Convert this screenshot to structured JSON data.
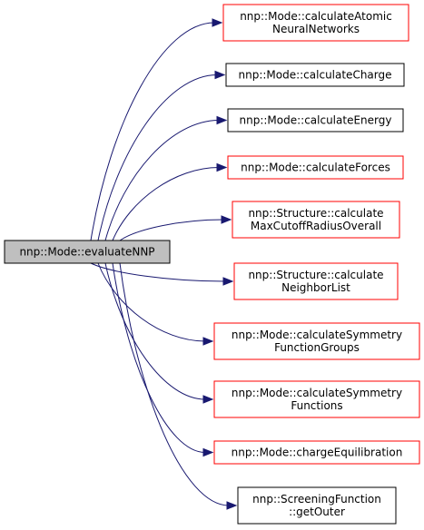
{
  "colors": {
    "edge": "#191970",
    "root_fill": "#bfbfbf",
    "root_border": "#000000",
    "linked_border": "#000000",
    "unlinked_border": "#ff0000",
    "node_fill": "#ffffff"
  },
  "root": {
    "id": "evaluateNNP",
    "lines": [
      "nnp::Mode::evaluateNNP"
    ]
  },
  "callees": [
    {
      "id": "calculateAtomicNeuralNetworks",
      "lines": [
        "nnp::Mode::calculateAtomic",
        "NeuralNetworks"
      ],
      "border": "red"
    },
    {
      "id": "calculateCharge",
      "lines": [
        "nnp::Mode::calculateCharge"
      ],
      "border": "black"
    },
    {
      "id": "calculateEnergy",
      "lines": [
        "nnp::Mode::calculateEnergy"
      ],
      "border": "black"
    },
    {
      "id": "calculateForces",
      "lines": [
        "nnp::Mode::calculateForces"
      ],
      "border": "red"
    },
    {
      "id": "calculateMaxCutoffRadiusOverall",
      "lines": [
        "nnp::Structure::calculate",
        "MaxCutoffRadiusOverall"
      ],
      "border": "red"
    },
    {
      "id": "calculateNeighborList",
      "lines": [
        "nnp::Structure::calculate",
        "NeighborList"
      ],
      "border": "red"
    },
    {
      "id": "calculateSymmetryFunctionGroups",
      "lines": [
        "nnp::Mode::calculateSymmetry",
        "FunctionGroups"
      ],
      "border": "red"
    },
    {
      "id": "calculateSymmetryFunctions",
      "lines": [
        "nnp::Mode::calculateSymmetry",
        "Functions"
      ],
      "border": "red"
    },
    {
      "id": "chargeEquilibration",
      "lines": [
        "nnp::Mode::chargeEquilibration"
      ],
      "border": "red"
    },
    {
      "id": "getOuter",
      "lines": [
        "nnp::ScreeningFunction",
        "::getOuter"
      ],
      "border": "black"
    }
  ]
}
